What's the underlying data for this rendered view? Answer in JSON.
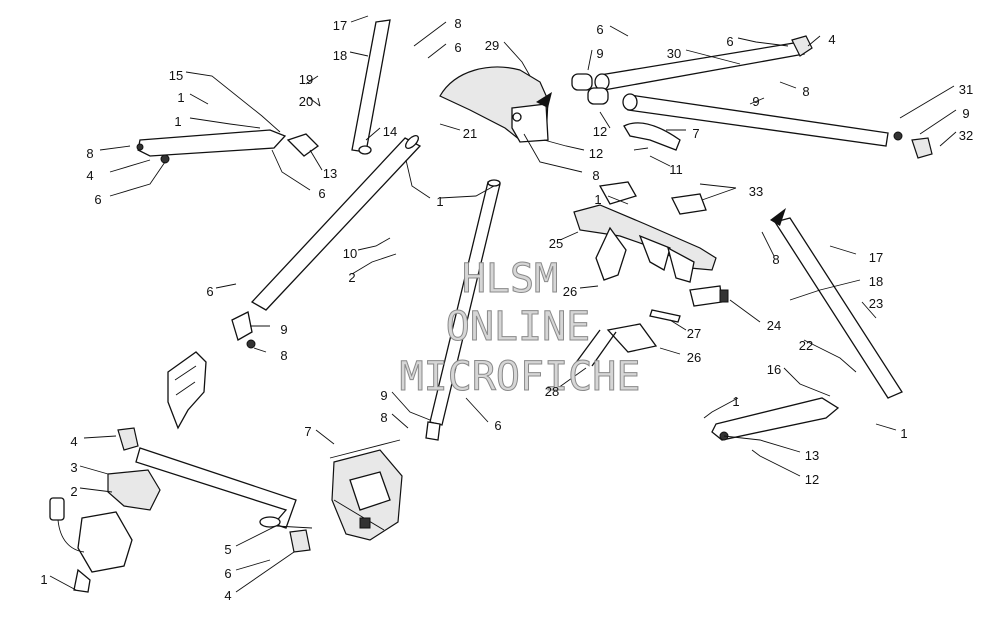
{
  "watermark": {
    "line1": "HLSM",
    "line2": "ONLINE",
    "line3": "MICROFICHE"
  },
  "callouts": [
    "17",
    "8",
    "6",
    "29",
    "6",
    "9",
    "30",
    "6",
    "4",
    "18",
    "15",
    "19",
    "8",
    "1",
    "20",
    "1",
    "14",
    "21",
    "9",
    "31",
    "8",
    "12",
    "9",
    "4",
    "13",
    "7",
    "32",
    "6",
    "12",
    "8",
    "6",
    "1",
    "11",
    "33",
    "1",
    "8",
    "17",
    "25",
    "10",
    "18",
    "2",
    "26",
    "6",
    "23",
    "9",
    "24",
    "27",
    "8",
    "26",
    "22",
    "16",
    "28",
    "9",
    "8",
    "6",
    "1",
    "1",
    "7",
    "4",
    "13",
    "3",
    "12",
    "2",
    "5",
    "6",
    "4",
    "1"
  ]
}
